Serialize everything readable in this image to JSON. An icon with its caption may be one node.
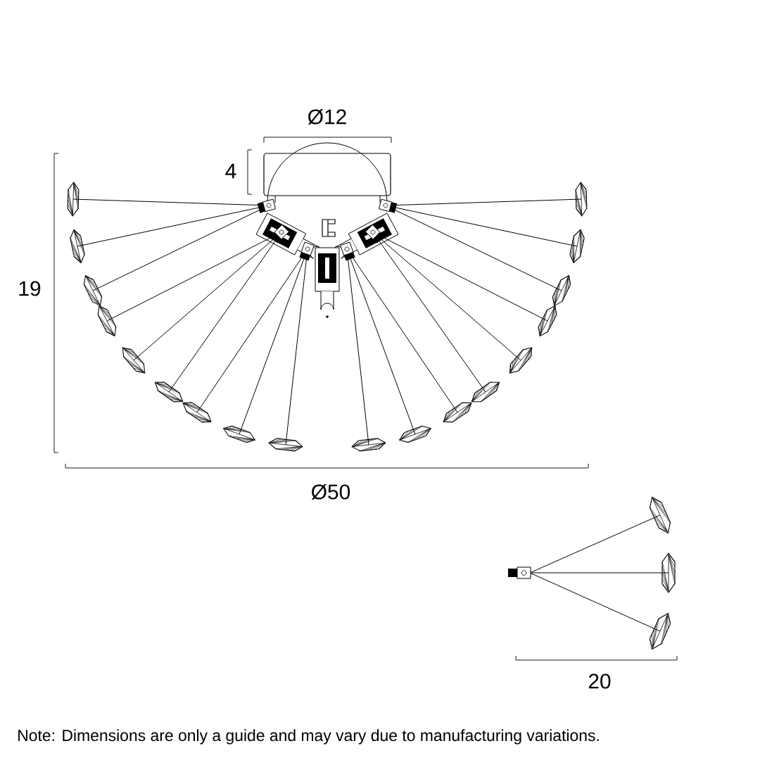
{
  "diagram": {
    "labels": [
      "Ø12",
      "4",
      "19",
      "Ø50",
      "20",
      "Note: Dimensions are only a guide and may vary due to manufacturing variations."
    ]
  }
}
